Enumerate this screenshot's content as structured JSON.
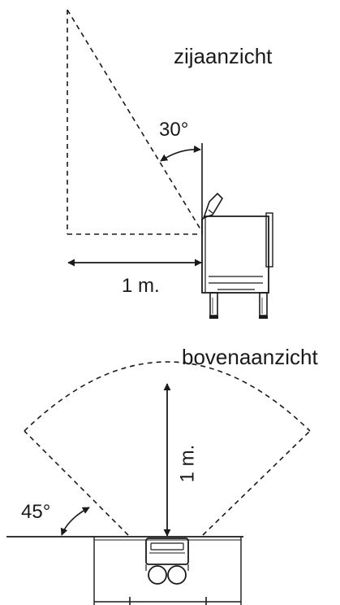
{
  "side_view": {
    "title": "zijaanzicht",
    "angle_label": "30°",
    "distance_label": "1 m."
  },
  "top_view": {
    "title": "bovenaanzicht",
    "angle_label": "45°",
    "distance_label": "1 m."
  },
  "colors": {
    "line": "#1a1a1a",
    "background": "#ffffff"
  }
}
